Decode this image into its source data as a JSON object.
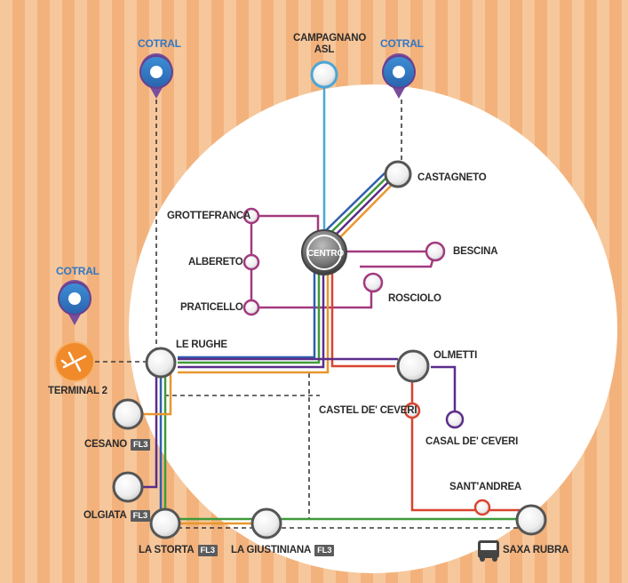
{
  "cotral_label": "COTRAL",
  "fl3_label": "FL3",
  "stations": {
    "campagnano_line1": "CAMPAGNANO",
    "campagnano_line2": "ASL",
    "castagneto": "CASTAGNETO",
    "grottefranca": "GROTTEFRANCA",
    "centro": "CENTRO",
    "bescina": "BESCINA",
    "albereto": "ALBERETO",
    "rosciolo": "ROSCIOLO",
    "praticello": "PRATICELLO",
    "le_rughe": "LE RUGHE",
    "olmetti": "OLMETTI",
    "terminal2": "TERMINAL 2",
    "castel_de_ceveri": "CASTEL DE' CEVERI",
    "casal_de_ceveri": "CASAL DE' CEVERI",
    "cesano": "CESANO",
    "olgiata": "OLGIATA",
    "sant_andrea": "SANT'ANDREA",
    "la_storta": "LA STORTA",
    "la_giustiniana": "LA GIUSTINIANA",
    "saxa_rubra": "SAXA RUBRA"
  },
  "icons": [
    "map-pin-icon",
    "airplane-icon",
    "bus-icon"
  ],
  "colors": {
    "cotral_blue": "#2f78c4",
    "pin_purple": "#7a4d9c",
    "airport_orange": "#f08a2a",
    "line_light_blue": "#4aa6d8",
    "line_purple": "#5a2d8a",
    "line_magenta": "#a23a7e",
    "line_red": "#d9442f",
    "line_green": "#3f9a3a",
    "line_orange": "#e8972e",
    "line_blue": "#2f5fae",
    "dashed": "#3a3a3a"
  }
}
